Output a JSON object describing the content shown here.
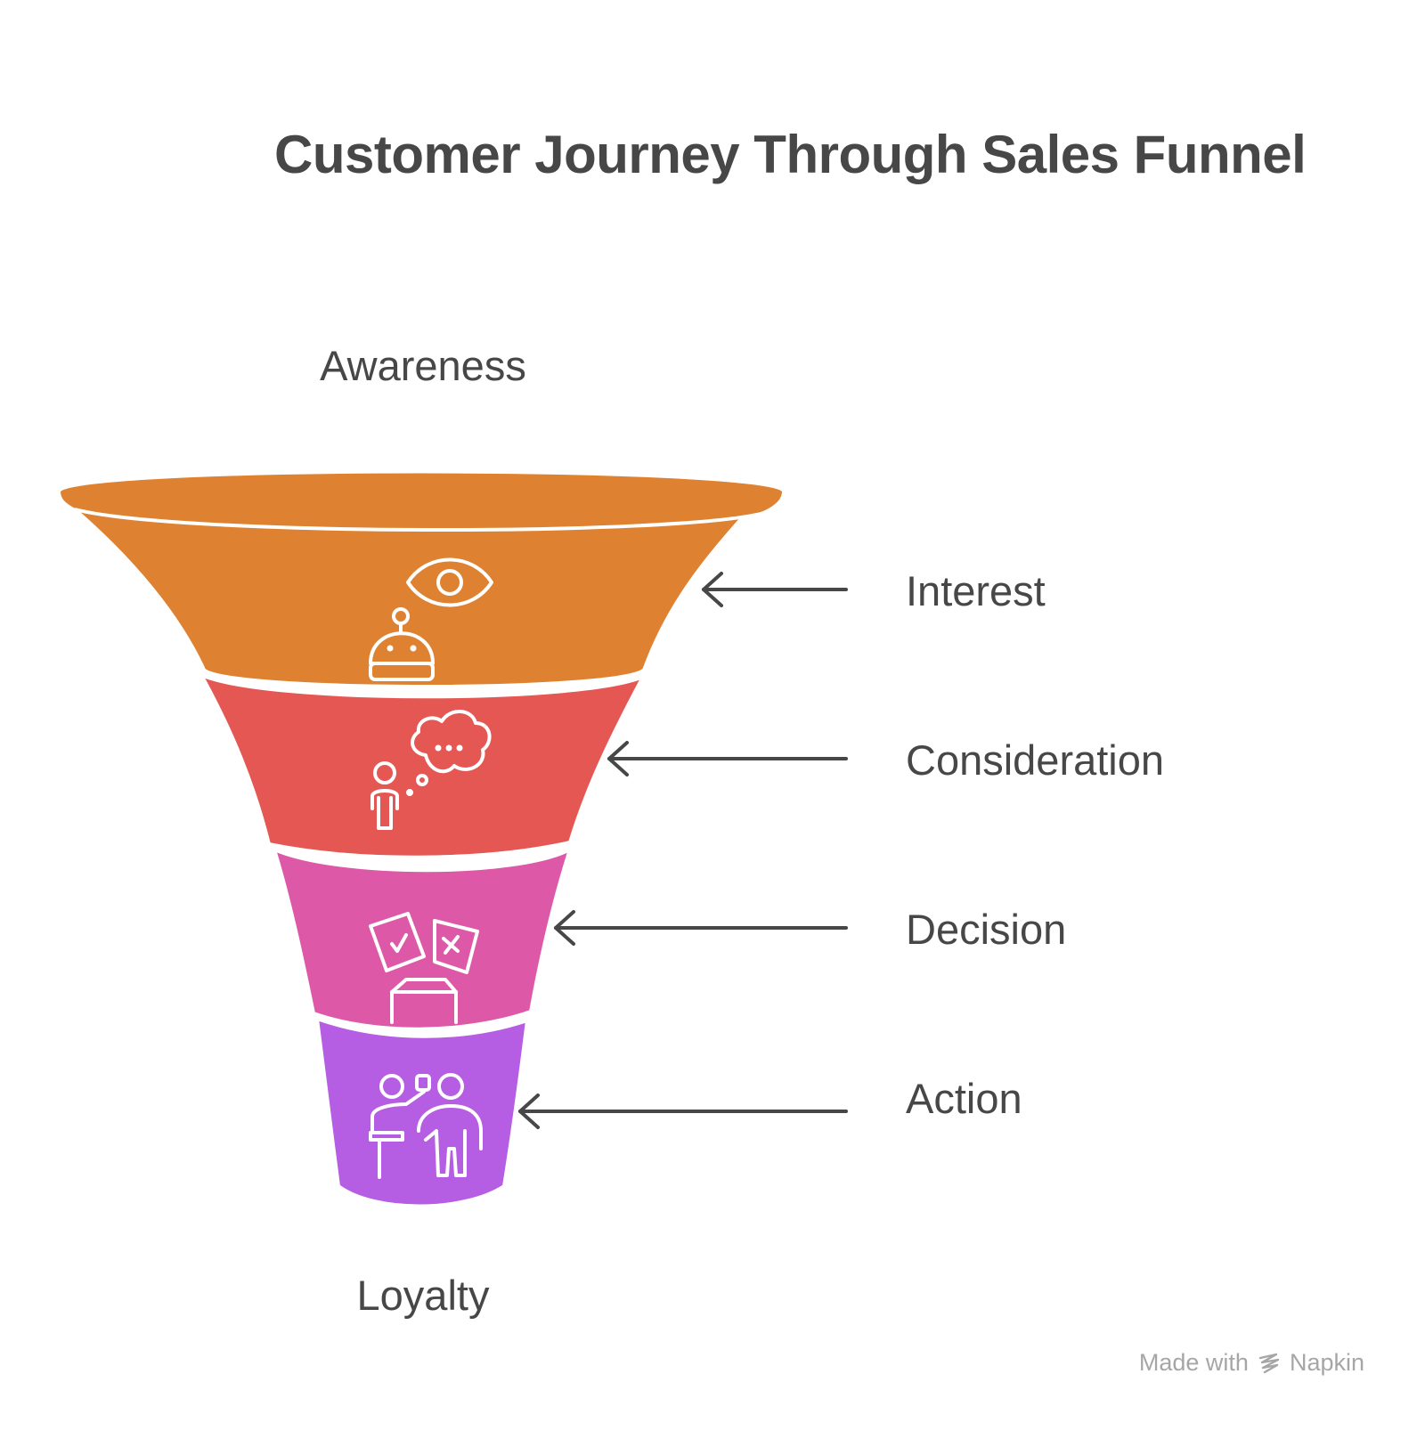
{
  "title": "Customer Journey Through Sales Funnel",
  "funnel": {
    "top_label": "Awareness",
    "bottom_label": "Loyalty",
    "stages": [
      {
        "label": "Interest",
        "color": "#DE8231",
        "icon": "observing-robot-icon"
      },
      {
        "label": "Consideration",
        "color": "#E55753",
        "icon": "thinking-person-icon"
      },
      {
        "label": "Decision",
        "color": "#DD59A8",
        "icon": "decision-cards-icon"
      },
      {
        "label": "Action",
        "color": "#B55DE3",
        "icon": "presenter-icon"
      }
    ]
  },
  "footer": {
    "made_with": "Made with",
    "brand": "Napkin"
  },
  "colors": {
    "text": "#474747",
    "arrow": "#474747",
    "footer": "#A6A6A6",
    "icon_stroke": "#FFFFFF"
  }
}
